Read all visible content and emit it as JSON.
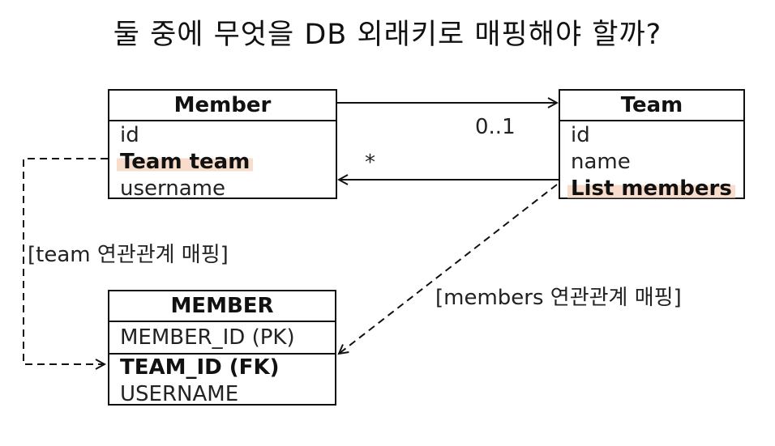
{
  "title": "둘 중에 무엇을 DB 외래키로 매핑해야 할까?",
  "member_entity": {
    "name": "Member",
    "fields": [
      "id",
      "Team team",
      "username"
    ]
  },
  "team_entity": {
    "name": "Team",
    "fields": [
      "id",
      "name",
      "List members"
    ]
  },
  "member_table": {
    "name": "MEMBER",
    "pk": "MEMBER_ID (PK)",
    "fk": "TEAM_ID (FK)",
    "columns": [
      "USERNAME"
    ]
  },
  "multiplicity": {
    "member_to_team": "0..1",
    "team_to_member": "*"
  },
  "mappings": {
    "team": "[team 연관관계 매핑]",
    "members": "[members 연관관계 매핑]"
  },
  "colors": {
    "line": "#111111",
    "highlight": "#f8dccc"
  }
}
